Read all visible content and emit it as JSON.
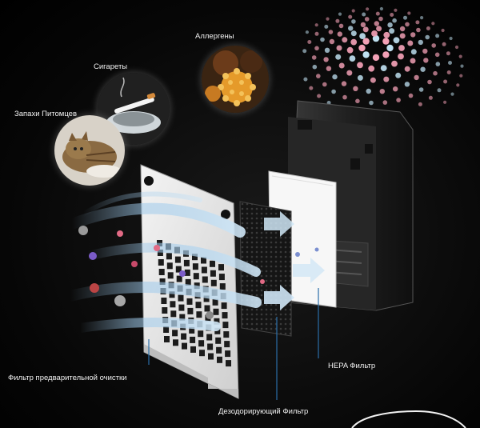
{
  "labels": {
    "allergens": "Аллергены",
    "cigarettes": "Сигареты",
    "pet_odors": "Запахи Питомцев",
    "prefilter": "Фильтр предварительной очистки",
    "hepa": "HEPA Фильтр",
    "deodorizing": "Дезодорирующий Фильтр"
  },
  "colors": {
    "background": "#000000",
    "text": "#f2f2f2",
    "airflow": "#9ec9ea",
    "particle_pink": "#f3a1b6",
    "particle_blue": "#bfe0f0",
    "device_body": "#2a2a2a",
    "prefilter_panel": "#e6e6e6",
    "carbon_filter": "#1b1b1b",
    "hepa_filter": "#f7f7f7"
  },
  "icons": {
    "allergen": "pollen-icon",
    "cigarette": "ashtray-icon",
    "pet": "cat-icon"
  }
}
